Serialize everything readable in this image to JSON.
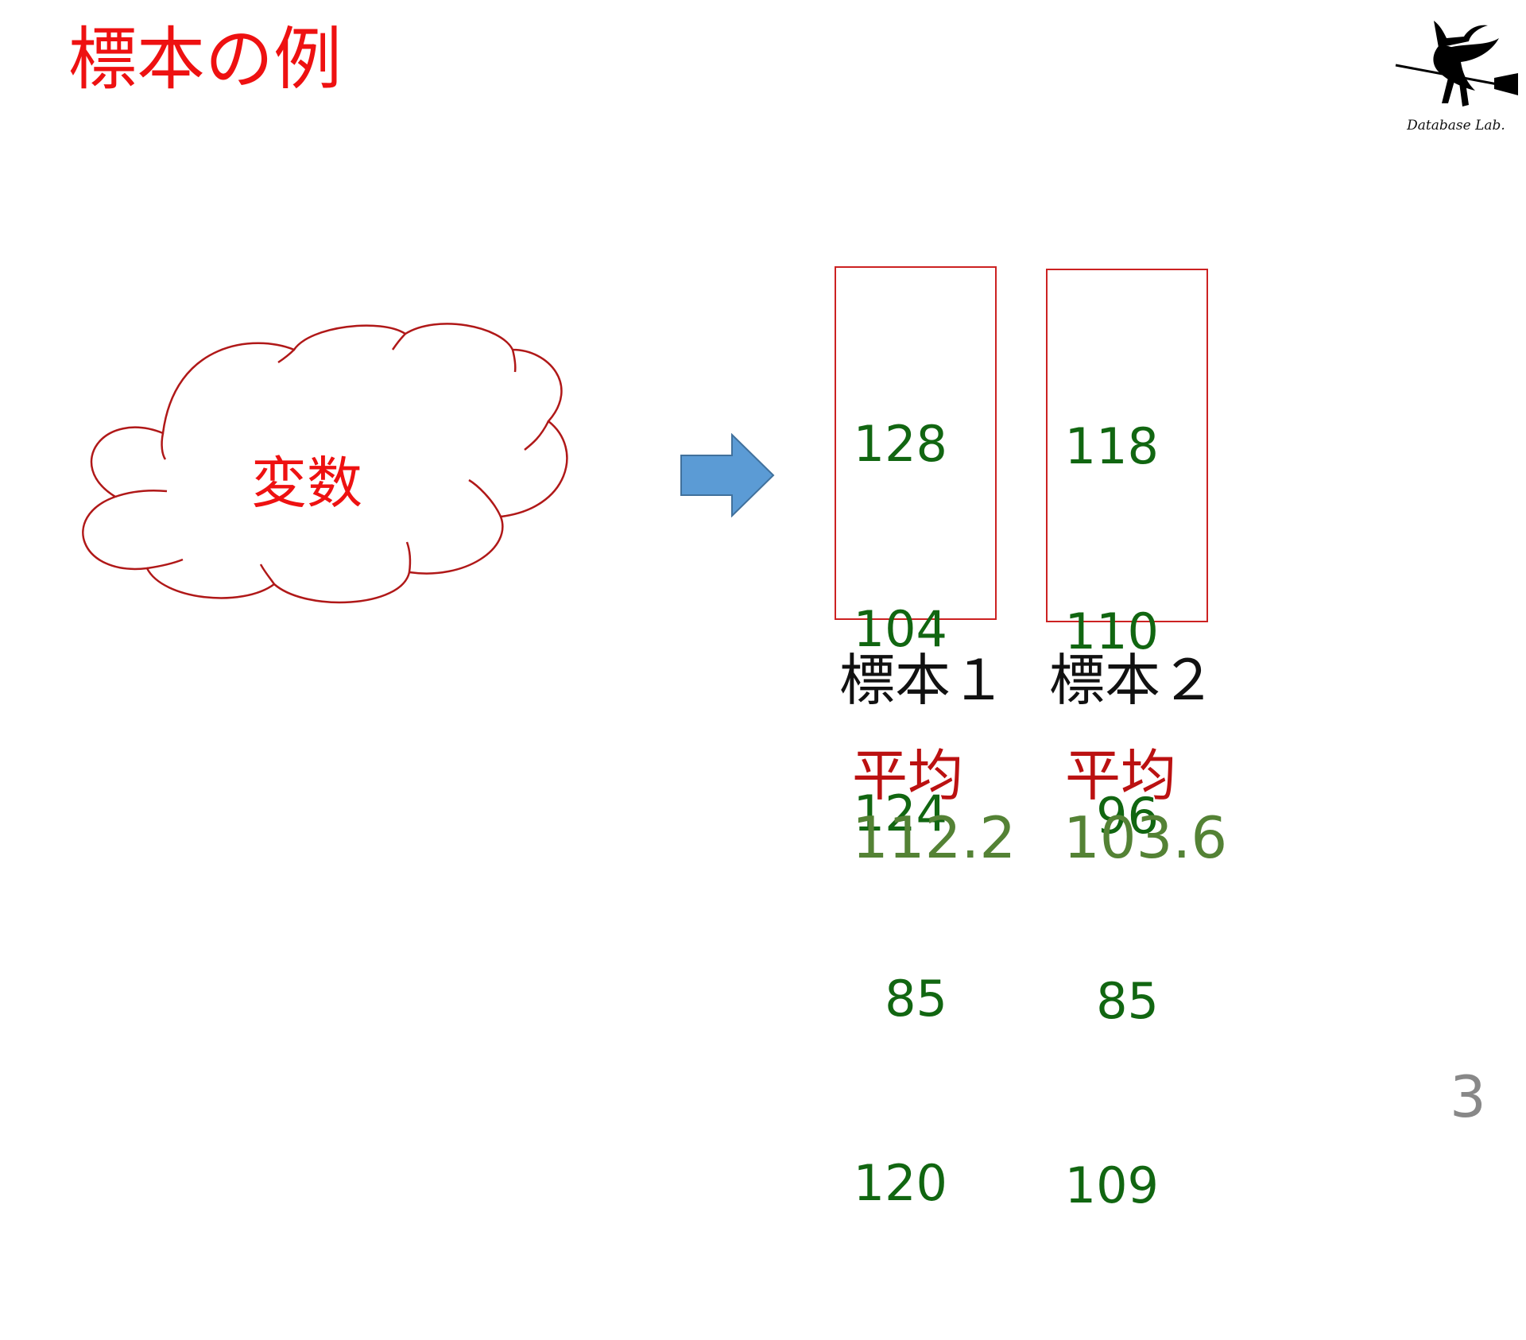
{
  "title": "標本の例",
  "logo": {
    "icon": "witch-on-broom-icon",
    "text": "Database Lab."
  },
  "cloud": {
    "label": "変数"
  },
  "arrow": {
    "icon": "right-arrow-icon",
    "color": "#5b9bd5"
  },
  "samples": [
    {
      "label": "標本１",
      "values": [
        "128",
        "104",
        "124",
        "85",
        "120"
      ],
      "mean_label": "平均",
      "mean_value": "112.2"
    },
    {
      "label": "標本２",
      "values": [
        "118",
        "110",
        "96",
        "85",
        "109"
      ],
      "mean_label": "平均",
      "mean_value": "103.6"
    }
  ],
  "colors": {
    "title": "#ee1111",
    "box_border": "#cc2222",
    "values": "#116611",
    "mean_label": "#bb1111",
    "mean_value": "#548235"
  },
  "page_number": "3"
}
